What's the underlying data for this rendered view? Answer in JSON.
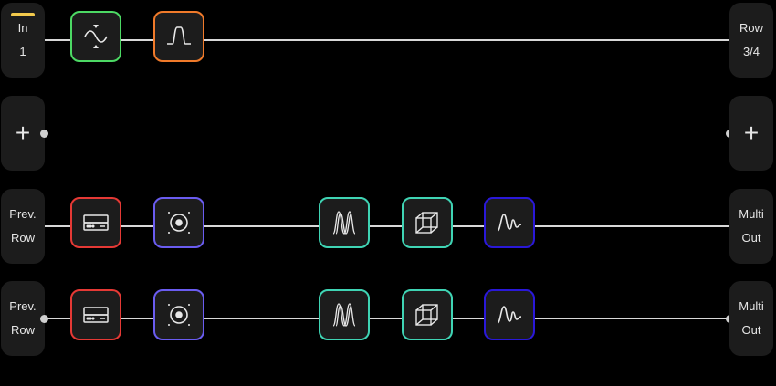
{
  "rows": [
    {
      "left": {
        "line1": "In",
        "line2": "1"
      },
      "right": {
        "line1": "Row",
        "line2": "3/4"
      },
      "blocks": [
        {
          "name": "pitch-shift-block",
          "icon": "pitch-shift-icon",
          "color": "#4cd964"
        },
        {
          "name": "filter-block",
          "icon": "filter-icon",
          "color": "#f07a2a"
        }
      ]
    },
    {
      "left": {
        "plus": "+"
      },
      "right": {
        "plus": "+"
      }
    },
    {
      "left": {
        "line1": "Prev.",
        "line2": "Row"
      },
      "right": {
        "line1": "Multi",
        "line2": "Out"
      },
      "blocks": [
        {
          "name": "rack-block",
          "icon": "rack-unit-icon",
          "color": "#e53935"
        },
        {
          "name": "speaker-block",
          "icon": "speaker-icon",
          "color": "#6a5cf0"
        },
        {
          "name": "wave-block",
          "icon": "multi-wave-icon",
          "color": "#3fd4b4"
        },
        {
          "name": "cube-block",
          "icon": "cube-icon",
          "color": "#3fd4b4"
        },
        {
          "name": "resonance-block",
          "icon": "resonance-wave-icon",
          "color": "#2a18d8"
        }
      ]
    },
    {
      "left": {
        "line1": "Prev.",
        "line2": "Row"
      },
      "right": {
        "line1": "Multi",
        "line2": "Out"
      },
      "blocks": [
        {
          "name": "rack-block",
          "icon": "rack-unit-icon",
          "color": "#e53935"
        },
        {
          "name": "speaker-block",
          "icon": "speaker-icon",
          "color": "#6a5cf0"
        },
        {
          "name": "wave-block",
          "icon": "multi-wave-icon",
          "color": "#3fd4b4"
        },
        {
          "name": "cube-block",
          "icon": "cube-icon",
          "color": "#3fd4b4"
        },
        {
          "name": "resonance-block",
          "icon": "resonance-wave-icon",
          "color": "#2a18d8"
        }
      ]
    }
  ],
  "colors": {
    "background": "#000000",
    "panel": "#1c1c1c",
    "wire": "#d8d8d8",
    "input_accent": "#f2c94c"
  }
}
